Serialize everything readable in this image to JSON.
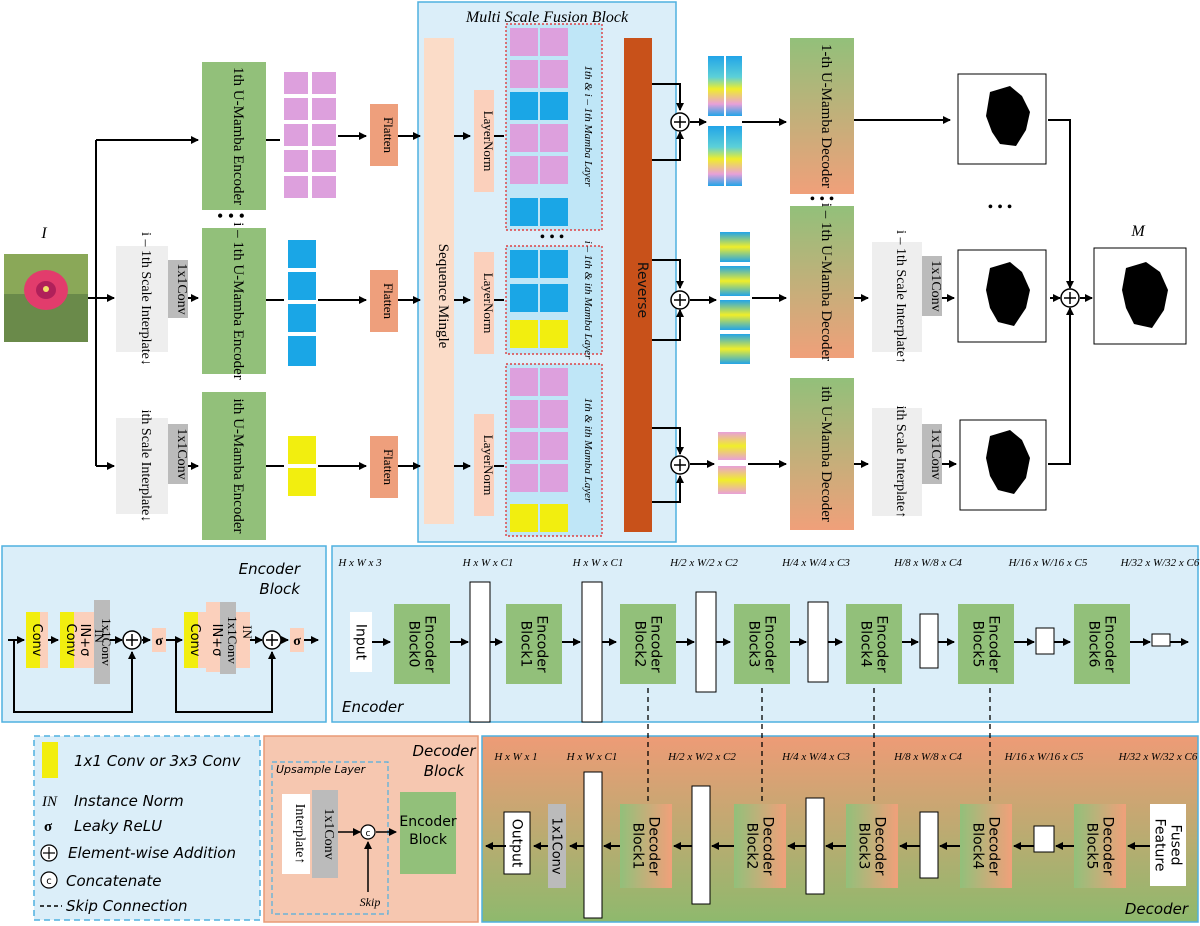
{
  "colors": {
    "encoder_green": "#92c07a",
    "salmon": "#ee9f7c",
    "pink_token": "#dda0dd",
    "blue_token": "#1aa6e6",
    "yellow_token": "#f2ee0f",
    "reverse": "#c8511a",
    "panel_blue": "#dbeef9",
    "decoder_bg_top": "#eea98a",
    "decoder_bg_bottom": "#8fb86f"
  },
  "top": {
    "msfb_title": "Multi Scale Fusion Block",
    "input_label": "I",
    "output_label": "M",
    "encoder1": "1th U-Mamba Encoder",
    "encoder_i1": "i – 1th U-Mamba Encoder",
    "encoder_i": "ith U-Mamba Encoder",
    "interp_down_i1": "i – 1th Scale Interplate↓",
    "interp_down_i": "ith Scale Interplate↓",
    "conv": "1x1Conv",
    "flatten": "Flatten",
    "sequence_mingle": "Sequence Mingle",
    "layernorm": "LayerNorm",
    "mamba1": "1th & i – 1th Mamba Layer",
    "mamba2": "i – 1th & ith Mamba Layer",
    "mamba3": "1th & ith Mamba Layer",
    "reverse": "Reverse",
    "decoder1": "1-th U-Mamba Decoder",
    "decoder_i1": "i – 1th U-Mamba Decoder",
    "decoder_i": "ith U-Mamba Decoder",
    "interp_up_i1": "i – 1th Scale Interplate↑",
    "interp_up_i": "ith Scale Interplate↑"
  },
  "encoder_block": {
    "title1": "Encoder",
    "title2": "Block",
    "conv": "Conv",
    "in_sigma": "IN+σ",
    "in": "IN",
    "conv1x1": "1x1Conv",
    "sigma": "σ"
  },
  "encoder": {
    "label": "Encoder",
    "input": "Input",
    "dims": [
      "H x W x 3",
      "H x W x C1",
      "H x W x C1",
      "H/2 x W/2 x C2",
      "H/4 x W/4 x C3",
      "H/8 x W/8 x C4",
      "H/16 x W/16 x C5",
      "H/32 x W/32 x C6"
    ],
    "blocks": [
      "Encoder Block0",
      "Encoder Block1",
      "Encoder Block2",
      "Encoder Block3",
      "Encoder Block4",
      "Encoder Block5",
      "Encoder Block6"
    ]
  },
  "legend": {
    "items": [
      "1x1 Conv or 3x3 Conv",
      "Instance Norm",
      "Leaky ReLU",
      "Element-wise Addition",
      "Concatenate",
      "Skip Connection"
    ],
    "sym_in": "IN",
    "sym_sigma": "σ",
    "sym_plus": "⊕",
    "sym_c": "c"
  },
  "decoder_block": {
    "title1": "Decoder",
    "title2": "Block",
    "upsample": "Upsample Layer",
    "interp": "Interplate↑",
    "conv": "1x1Conv",
    "encoder_block": "Encoder Block",
    "skip": "Skip"
  },
  "decoder": {
    "label": "Decoder",
    "dims": [
      "H x W x 1",
      "H x W x C1",
      "H/2 x W/2 x C2",
      "H/4 x W/4 x C3",
      "H/8 x W/8 x C4",
      "H/16 x W/16 x C5",
      "H/32 x W/32 x C6"
    ],
    "output": "Output",
    "conv": "1x1Conv",
    "blocks": [
      "Decoder Block1",
      "Decoder Block2",
      "Decoder Block3",
      "Decoder Block4",
      "Decoder Block5"
    ],
    "fused": "Fused Feature"
  }
}
